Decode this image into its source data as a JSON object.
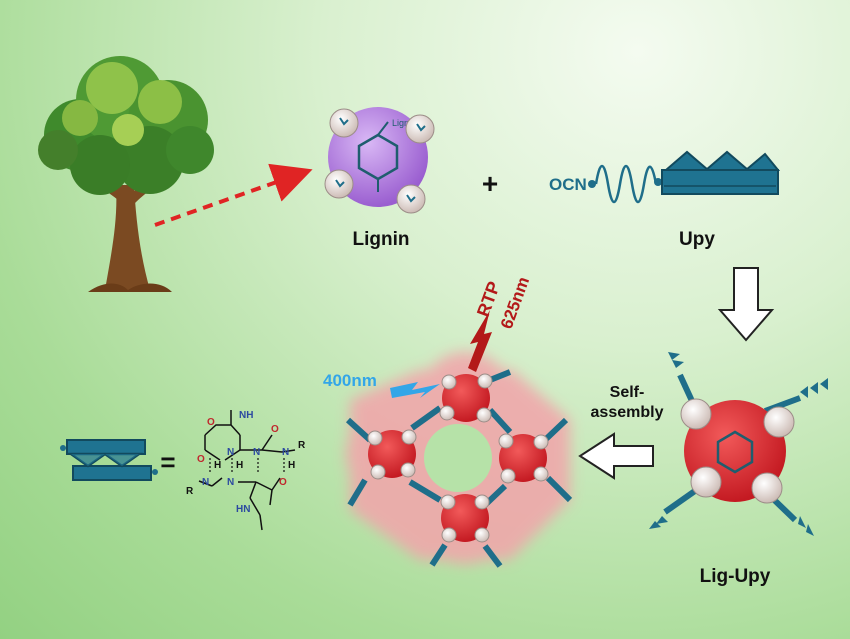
{
  "labels": {
    "lignin": "Lignin",
    "plus": "+",
    "upy": "Upy",
    "ocn": "OCN",
    "self_assembly_line1": "Self-",
    "self_assembly_line2": "assembly",
    "lig_upy": "Lig-Upy",
    "excitation": "400nm",
    "rtp": "RTP",
    "emission": "625nm",
    "equals": "=",
    "lignin_core_tag": "Lignin"
  },
  "structure_atoms": {
    "o_top": "O",
    "n_ring1": "N",
    "n_ring2": "N",
    "h_n1": "H",
    "n_urea1": "N",
    "n_urea2": "N",
    "r1": "R",
    "h_n2": "H",
    "o_left": "O",
    "h_n3": "H",
    "n_mid": "N",
    "r2": "R",
    "o_bottom": "O",
    "hn_label": "HN",
    "o_urea": "O",
    "nh_top": "NH",
    "nh_bottom": "HN"
  },
  "colors": {
    "teal": "#1f6e8a",
    "lignin_purple": "#b07bdb",
    "lig_red": "#d9262c",
    "glow_pink": "#f5a9ae",
    "light_blue": "#33a6e8",
    "dark_red": "#b31919",
    "arrow_red": "#e02424"
  },
  "icons": [
    "tree-icon",
    "lignin-molecule-icon",
    "upy-molecule-icon",
    "down-arrow-icon",
    "left-arrow-icon",
    "lig-upy-molecule-icon",
    "supramolecular-network-icon",
    "upy-dimer-icon"
  ]
}
